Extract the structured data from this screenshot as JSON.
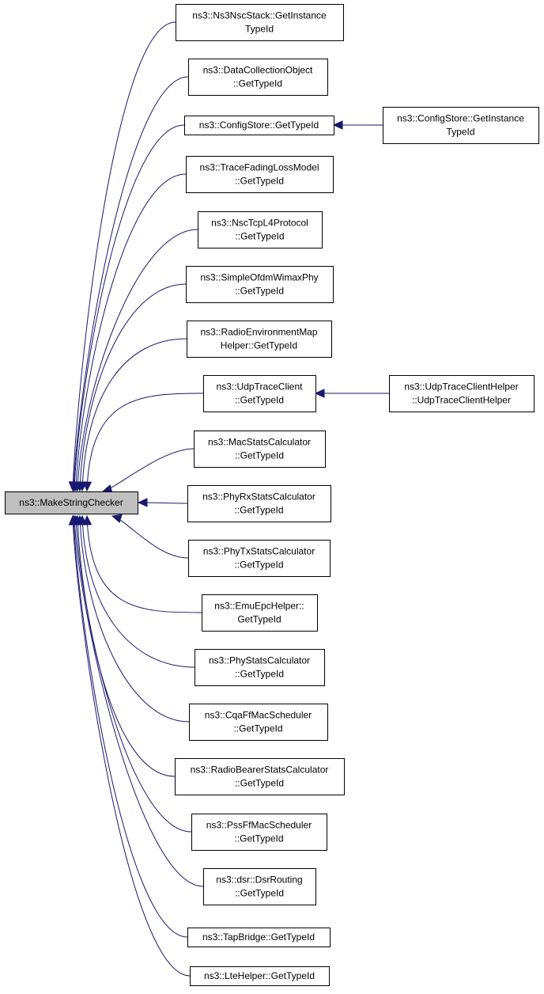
{
  "diagram": {
    "type": "call-graph",
    "colors": {
      "edge": "#191970",
      "root_fill": "#bfbfbf",
      "node_fill": "#ffffff",
      "border": "#000000"
    },
    "root": {
      "id": "root",
      "lines": [
        "ns3::MakeStringChecker"
      ]
    },
    "nodes": [
      {
        "id": "n1",
        "lines": [
          "ns3::Ns3NscStack::GetInstance",
          "TypeId"
        ]
      },
      {
        "id": "n2",
        "lines": [
          "ns3::DataCollectionObject",
          "::GetTypeId"
        ]
      },
      {
        "id": "n3",
        "lines": [
          "ns3::ConfigStore::GetTypeId"
        ]
      },
      {
        "id": "n3a",
        "lines": [
          "ns3::ConfigStore::GetInstance",
          "TypeId"
        ]
      },
      {
        "id": "n4",
        "lines": [
          "ns3::TraceFadingLossModel",
          "::GetTypeId"
        ]
      },
      {
        "id": "n5",
        "lines": [
          "ns3::NscTcpL4Protocol",
          "::GetTypeId"
        ]
      },
      {
        "id": "n6",
        "lines": [
          "ns3::SimpleOfdmWimaxPhy",
          "::GetTypeId"
        ]
      },
      {
        "id": "n7",
        "lines": [
          "ns3::RadioEnvironmentMap",
          "Helper::GetTypeId"
        ]
      },
      {
        "id": "n8",
        "lines": [
          "ns3::UdpTraceClient",
          "::GetTypeId"
        ]
      },
      {
        "id": "n8a",
        "lines": [
          "ns3::UdpTraceClientHelper",
          "::UdpTraceClientHelper"
        ]
      },
      {
        "id": "n9",
        "lines": [
          "ns3::MacStatsCalculator",
          "::GetTypeId"
        ]
      },
      {
        "id": "n10",
        "lines": [
          "ns3::PhyRxStatsCalculator",
          "::GetTypeId"
        ]
      },
      {
        "id": "n11",
        "lines": [
          "ns3::PhyTxStatsCalculator",
          "::GetTypeId"
        ]
      },
      {
        "id": "n12",
        "lines": [
          "ns3::EmuEpcHelper::",
          "GetTypeId"
        ]
      },
      {
        "id": "n13",
        "lines": [
          "ns3::PhyStatsCalculator",
          "::GetTypeId"
        ]
      },
      {
        "id": "n14",
        "lines": [
          "ns3::CqaFfMacScheduler",
          "::GetTypeId"
        ]
      },
      {
        "id": "n15",
        "lines": [
          "ns3::RadioBearerStatsCalculator",
          "::GetTypeId"
        ]
      },
      {
        "id": "n16",
        "lines": [
          "ns3::PssFfMacScheduler",
          "::GetTypeId"
        ]
      },
      {
        "id": "n17",
        "lines": [
          "ns3::dsr::DsrRouting",
          "::GetTypeId"
        ]
      },
      {
        "id": "n18",
        "lines": [
          "ns3::TapBridge::GetTypeId"
        ]
      },
      {
        "id": "n19",
        "lines": [
          "ns3::LteHelper::GetTypeId"
        ]
      }
    ],
    "edges": [
      {
        "from": "n1",
        "to": "root"
      },
      {
        "from": "n2",
        "to": "root"
      },
      {
        "from": "n3",
        "to": "root"
      },
      {
        "from": "n3a",
        "to": "n3"
      },
      {
        "from": "n4",
        "to": "root"
      },
      {
        "from": "n5",
        "to": "root"
      },
      {
        "from": "n6",
        "to": "root"
      },
      {
        "from": "n7",
        "to": "root"
      },
      {
        "from": "n8",
        "to": "root"
      },
      {
        "from": "n8a",
        "to": "n8"
      },
      {
        "from": "n9",
        "to": "root"
      },
      {
        "from": "n10",
        "to": "root"
      },
      {
        "from": "n11",
        "to": "root"
      },
      {
        "from": "n12",
        "to": "root"
      },
      {
        "from": "n13",
        "to": "root"
      },
      {
        "from": "n14",
        "to": "root"
      },
      {
        "from": "n15",
        "to": "root"
      },
      {
        "from": "n16",
        "to": "root"
      },
      {
        "from": "n17",
        "to": "root"
      },
      {
        "from": "n18",
        "to": "root"
      },
      {
        "from": "n19",
        "to": "root"
      }
    ]
  }
}
